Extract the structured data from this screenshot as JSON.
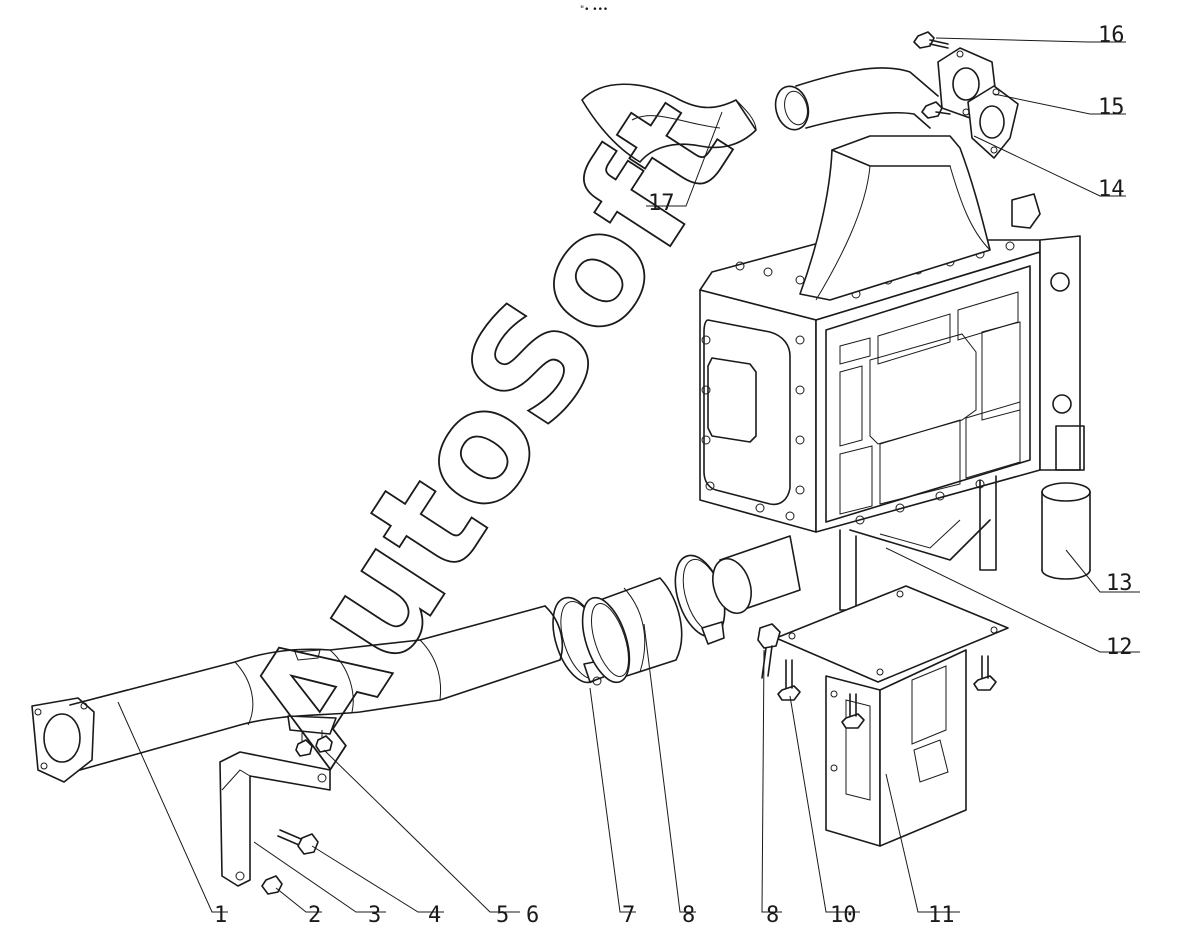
{
  "header_mark": "\"• •••",
  "watermark": "AutoSoft",
  "callouts": {
    "c1": "1",
    "c2": "2",
    "c3": "3",
    "c4": "4",
    "c5": "5",
    "c6": "6",
    "c7": "7",
    "c8a": "8",
    "c8b": "8",
    "c10": "10",
    "c11": "11",
    "c12": "12",
    "c13": "13",
    "c14": "14",
    "c15": "15",
    "c16": "16",
    "c17": "17"
  }
}
